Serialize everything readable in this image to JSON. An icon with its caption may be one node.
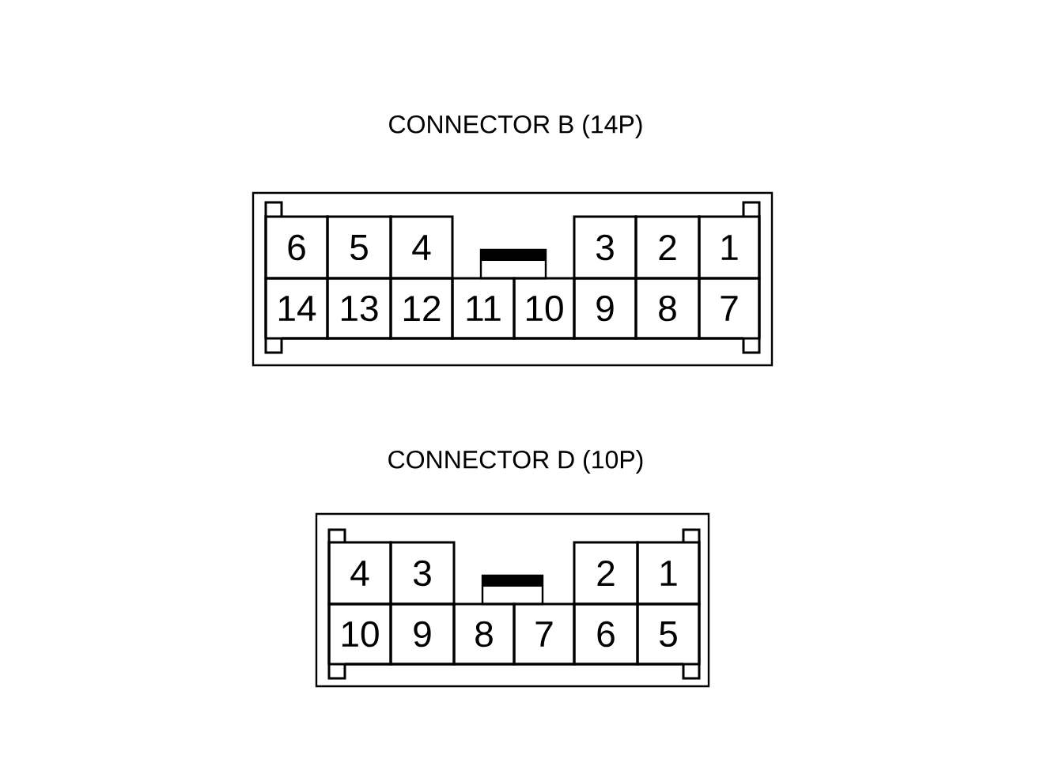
{
  "diagram": {
    "nodes": [
      {
        "text": [
          "CONNECTOR B (14P)"
        ]
      },
      {
        "text": [
          "6"
        ],
        "in": 0
      },
      {
        "text": [
          "5"
        ],
        "in": 0
      },
      {
        "text": [
          "4"
        ],
        "in": 0
      },
      {
        "text": [
          "3"
        ],
        "in": 0
      },
      {
        "text": [
          "2"
        ],
        "in": 0
      },
      {
        "text": [
          "1"
        ],
        "in": 0
      },
      {
        "text": [
          "14"
        ],
        "in": 0
      },
      {
        "text": [
          "13"
        ],
        "in": 0
      },
      {
        "text": [
          "12"
        ],
        "in": 0
      },
      {
        "text": [
          "11"
        ],
        "in": 0
      },
      {
        "text": [
          "10"
        ],
        "in": 0
      },
      {
        "text": [
          "9"
        ],
        "in": 0
      },
      {
        "text": [
          "8"
        ],
        "in": 0
      },
      {
        "text": [
          "7"
        ],
        "in": 0
      },
      {
        "text": [
          "CONNECTOR D (10P)"
        ]
      },
      {
        "text": [
          "4"
        ],
        "in": 15
      },
      {
        "text": [
          "3"
        ],
        "in": 15
      },
      {
        "text": [
          "2"
        ],
        "in": 15
      },
      {
        "text": [
          "1"
        ],
        "in": 15
      },
      {
        "text": [
          "10"
        ],
        "in": 15
      },
      {
        "text": [
          "9"
        ],
        "in": 15
      },
      {
        "text": [
          "8"
        ],
        "in": 15
      },
      {
        "text": [
          "7"
        ],
        "in": 15
      },
      {
        "text": [
          "6"
        ],
        "in": 15
      },
      {
        "text": [
          "5"
        ],
        "in": 15
      }
    ]
  }
}
